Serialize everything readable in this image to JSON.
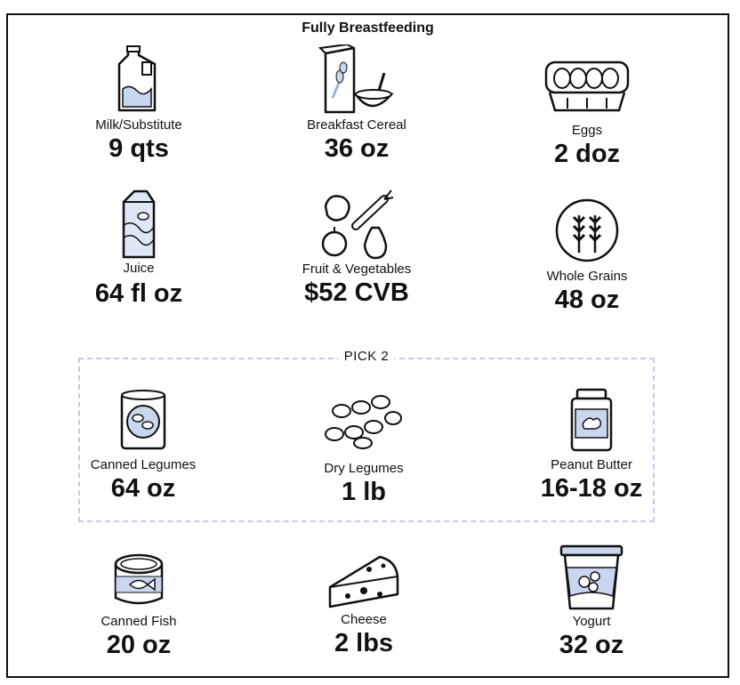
{
  "title": "Fully Breastfeeding",
  "pick_label": "PICK 2",
  "items": [
    {
      "label": "Milk/Substitute",
      "amount": "9 qts",
      "icon": "milk-jug-icon"
    },
    {
      "label": "Breakfast Cereal",
      "amount": "36 oz",
      "icon": "cereal-icon"
    },
    {
      "label": "Eggs",
      "amount": "2 doz",
      "icon": "egg-carton-icon"
    },
    {
      "label": "Juice",
      "amount": "64 fl oz",
      "icon": "juice-carton-icon"
    },
    {
      "label": "Fruit & Vegetables",
      "amount": "$52 CVB",
      "icon": "fruit-vegetables-icon"
    },
    {
      "label": "Whole Grains",
      "amount": "48 oz",
      "icon": "wheat-icon"
    },
    {
      "label": "Canned Legumes",
      "amount": "64 oz",
      "icon": "canned-legumes-icon"
    },
    {
      "label": "Dry Legumes",
      "amount": "1 lb",
      "icon": "dry-legumes-icon"
    },
    {
      "label": "Peanut Butter",
      "amount": "16-18 oz",
      "icon": "peanut-butter-icon"
    },
    {
      "label": "Canned Fish",
      "amount": "20 oz",
      "icon": "canned-fish-icon"
    },
    {
      "label": "Cheese",
      "amount": "2 lbs",
      "icon": "cheese-icon"
    },
    {
      "label": "Yogurt",
      "amount": "32 oz",
      "icon": "yogurt-icon"
    }
  ],
  "colors": {
    "accent": "#c9d6f0",
    "dashed_border": "#bfcde6"
  }
}
